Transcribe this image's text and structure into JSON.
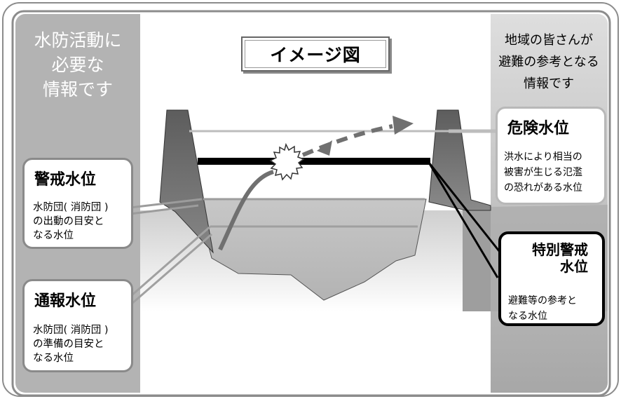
{
  "colors": {
    "panel_left": "#b3b3b3",
    "panel_right_top": "#dedede",
    "panel_right_bottom": "#a7a7a7",
    "embankment": "#707070",
    "river_water": "#c4c4c4",
    "line_danger": "#bdbdbd",
    "line_special": "#000000",
    "line_alert": "#9c9c9c",
    "line_notice": "#a0a0a0",
    "arrow": "#707070",
    "box_border": "#8a8a8a"
  },
  "title_label": "イメージ図",
  "left_panel_text": "水防活動に\n必要な\n情報です",
  "right_panel_text": "地域の皆さんが\n避難の参考となる\n情報です",
  "levels": {
    "danger": {
      "title": "危険水位",
      "description": "洪水により相当の\n被害が生じる氾濫\nの恐れがある水位"
    },
    "special_alert": {
      "title": "特別警戒\n水位",
      "description": "避難等の参考と\nなる水位"
    },
    "alert": {
      "title": "警戒水位",
      "description": "水防団( 消防団 )\nの出動の目安と\nなる水位"
    },
    "notice": {
      "title": "通報水位",
      "description": "水防団( 消防団 )\nの準備の目安と\nなる水位"
    }
  }
}
